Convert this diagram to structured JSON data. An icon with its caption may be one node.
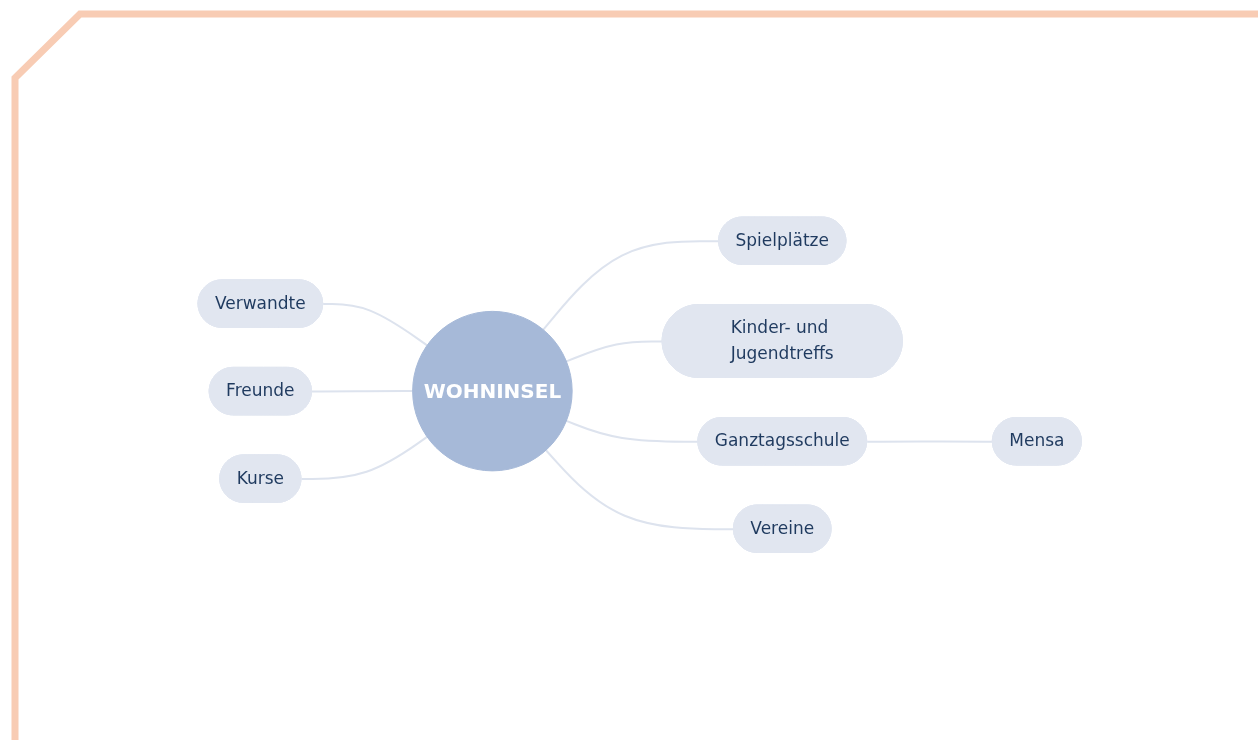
{
  "diagram": {
    "nodes": [
      {
        "text": [
          "Spielplätze"
        ]
      },
      {
        "text": [
          "Verwandte"
        ]
      },
      {
        "text": [
          "Kinder- und Jugendtreffs"
        ]
      },
      {
        "text": [
          "Freunde"
        ]
      },
      {
        "text": [
          "WOHNINSEL"
        ]
      },
      {
        "text": [
          "Ganztagsschule"
        ]
      },
      {
        "text": [
          "Mensa"
        ]
      },
      {
        "text": [
          "Kurse"
        ]
      },
      {
        "text": [
          "Vereine"
        ]
      }
    ],
    "edges": [
      {
        "from": 4,
        "to": 0,
        "arrow": "none"
      },
      {
        "from": 1,
        "to": 4,
        "arrow": "none"
      },
      {
        "from": 4,
        "to": 2,
        "arrow": "none"
      },
      {
        "from": 3,
        "to": 4,
        "arrow": "none"
      },
      {
        "from": 4,
        "to": 5,
        "arrow": "none"
      },
      {
        "from": 5,
        "to": 6,
        "arrow": "none"
      },
      {
        "from": 7,
        "to": 4,
        "arrow": "none"
      },
      {
        "from": 4,
        "to": 8,
        "arrow": "none"
      }
    ]
  }
}
